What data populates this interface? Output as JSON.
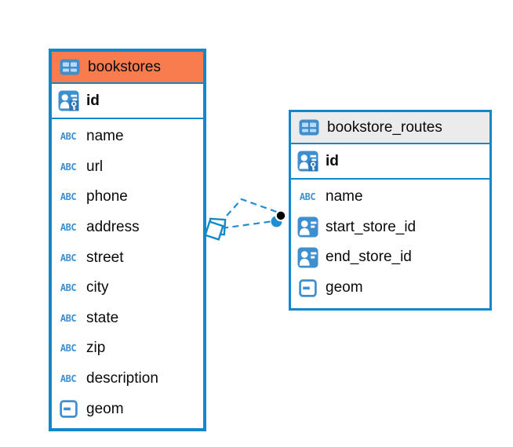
{
  "diagram": {
    "icons": {
      "table_icon": "grid-table",
      "primary_key_icon": "user-with-key",
      "reference_icon": "user-card",
      "text_type_label": "ABC",
      "geometry_type_icon": "dash-box"
    },
    "colors": {
      "border_blue": "#1287c9",
      "icon_blue": "#3e8fd0",
      "connector_blue": "#1f8ed4",
      "header_orange": "#f87c4d",
      "header_gray": "#ebebeb",
      "endpoint_black": "#000000"
    },
    "tables": [
      {
        "name": "bookstores",
        "header_color": "#f87c4d",
        "primary_key": {
          "name": "id",
          "type": "primary-key"
        },
        "fields": [
          {
            "name": "name",
            "type": "text"
          },
          {
            "name": "url",
            "type": "text"
          },
          {
            "name": "phone",
            "type": "text"
          },
          {
            "name": "address",
            "type": "text"
          },
          {
            "name": "street",
            "type": "text"
          },
          {
            "name": "city",
            "type": "text"
          },
          {
            "name": "state",
            "type": "text"
          },
          {
            "name": "zip",
            "type": "text"
          },
          {
            "name": "description",
            "type": "text"
          },
          {
            "name": "geom",
            "type": "geometry"
          }
        ]
      },
      {
        "name": "bookstore_routes",
        "header_color": "#ebebeb",
        "primary_key": {
          "name": "id",
          "type": "primary-key"
        },
        "fields": [
          {
            "name": "name",
            "type": "text"
          },
          {
            "name": "start_store_id",
            "type": "reference"
          },
          {
            "name": "end_store_id",
            "type": "reference"
          },
          {
            "name": "geom",
            "type": "geometry"
          }
        ]
      }
    ],
    "relationships": [
      {
        "from_table": "bookstores",
        "to_table": "bookstore_routes",
        "line_style": "dashed"
      },
      {
        "from_table": "bookstores",
        "to_table": "bookstore_routes",
        "line_style": "dashed"
      }
    ]
  }
}
